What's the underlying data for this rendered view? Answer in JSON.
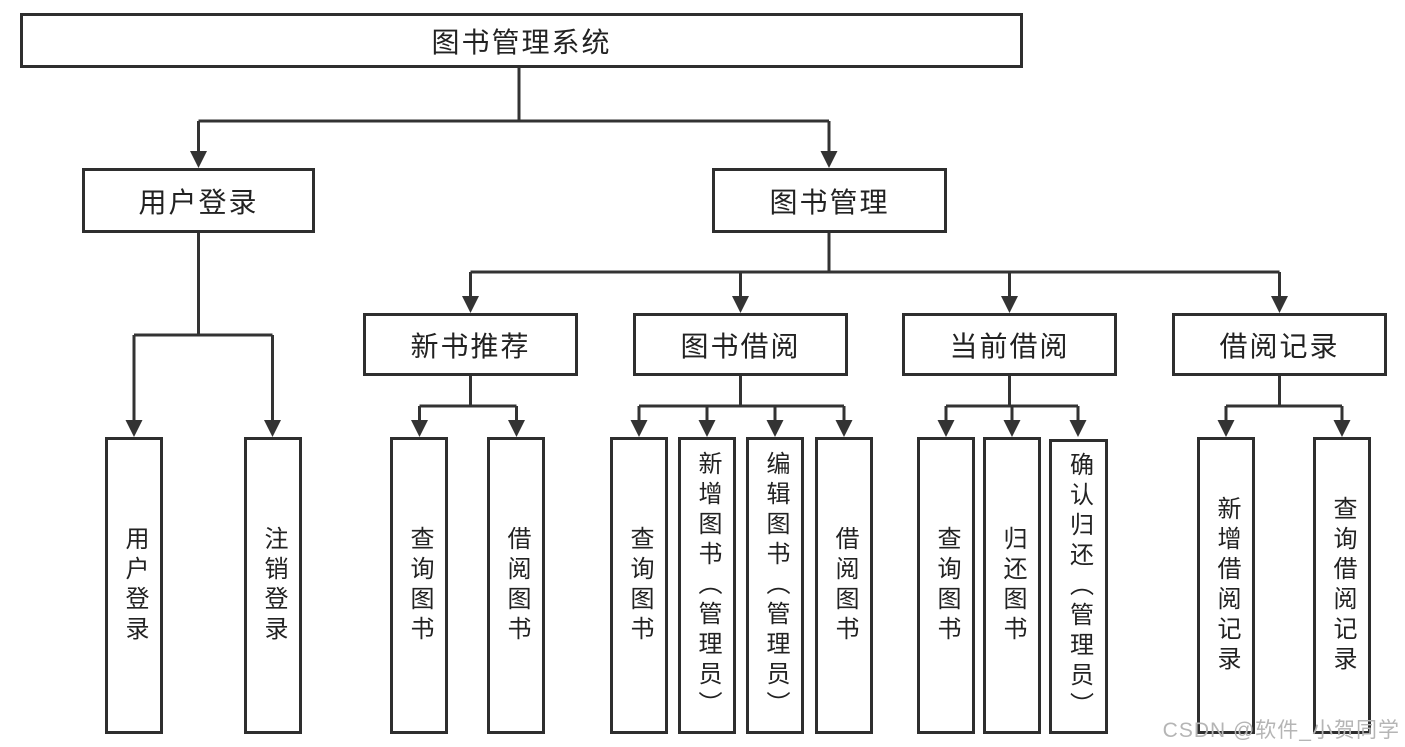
{
  "colors": {
    "border": "#2e2e2e",
    "line": "#333333",
    "text": "#222222",
    "watermark": "#b5b5b5",
    "background": "#ffffff"
  },
  "nodes": {
    "root": "图书管理系统",
    "level2": [
      "用户登录",
      "图书管理"
    ],
    "level3": [
      "新书推荐",
      "图书借阅",
      "当前借阅",
      "借阅记录"
    ],
    "leaves_login": [
      "用户登录",
      "注销登录"
    ],
    "leaves_recommend": [
      "查询图书",
      "借阅图书"
    ],
    "leaves_borrow": [
      "查询图书",
      "新增图书（管理员）",
      "编辑图书（管理员）",
      "借阅图书"
    ],
    "leaves_current": [
      "查询图书",
      "归还图书",
      "确认归还（管理员）"
    ],
    "leaves_records": [
      "新增借阅记录",
      "查询借阅记录"
    ]
  },
  "watermark": {
    "text": "CSDN @软件_小贺同学"
  }
}
